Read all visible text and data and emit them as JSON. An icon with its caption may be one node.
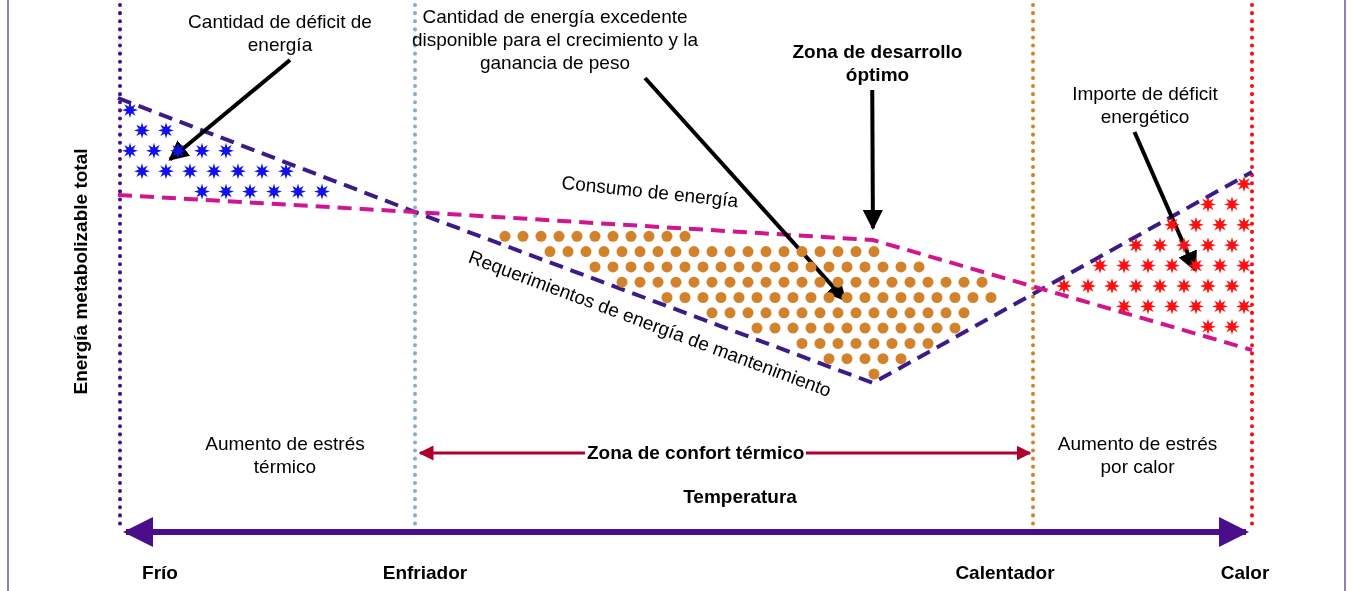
{
  "diagram": {
    "nodes": [
      {
        "text": [
          "Cantidad de déficit de energía"
        ]
      },
      {
        "text": [],
        "shape": "triangle"
      },
      {
        "text": [
          "Cantidad de energía excedente disponible para el crecimiento y la ganancia de peso"
        ]
      },
      {
        "text": [],
        "shape": "polygon"
      },
      {
        "text": [
          "Zona de desarrollo óptimo"
        ]
      },
      {
        "text": [
          "Importe de déficit energético"
        ]
      },
      {
        "text": [],
        "shape": "triangle"
      }
    ],
    "edges": [
      {
        "from": 0,
        "to": 1,
        "arrow": "to"
      },
      {
        "from": 2,
        "to": 3,
        "arrow": "to"
      },
      {
        "from": 4,
        "to": 3,
        "arrow": "to"
      },
      {
        "from": 5,
        "to": 6,
        "arrow": "to"
      }
    ],
    "labels": [
      "Energía metabolizable total",
      "Consumo de energía",
      "Requerimientos de energía de mantenimiento",
      "Aumento de estrés térmico",
      "Zona de confort térmico",
      "Aumento de estrés por calor",
      "Temperatura",
      "Frío",
      "Enfriador",
      "Calentador",
      "Calor"
    ]
  }
}
